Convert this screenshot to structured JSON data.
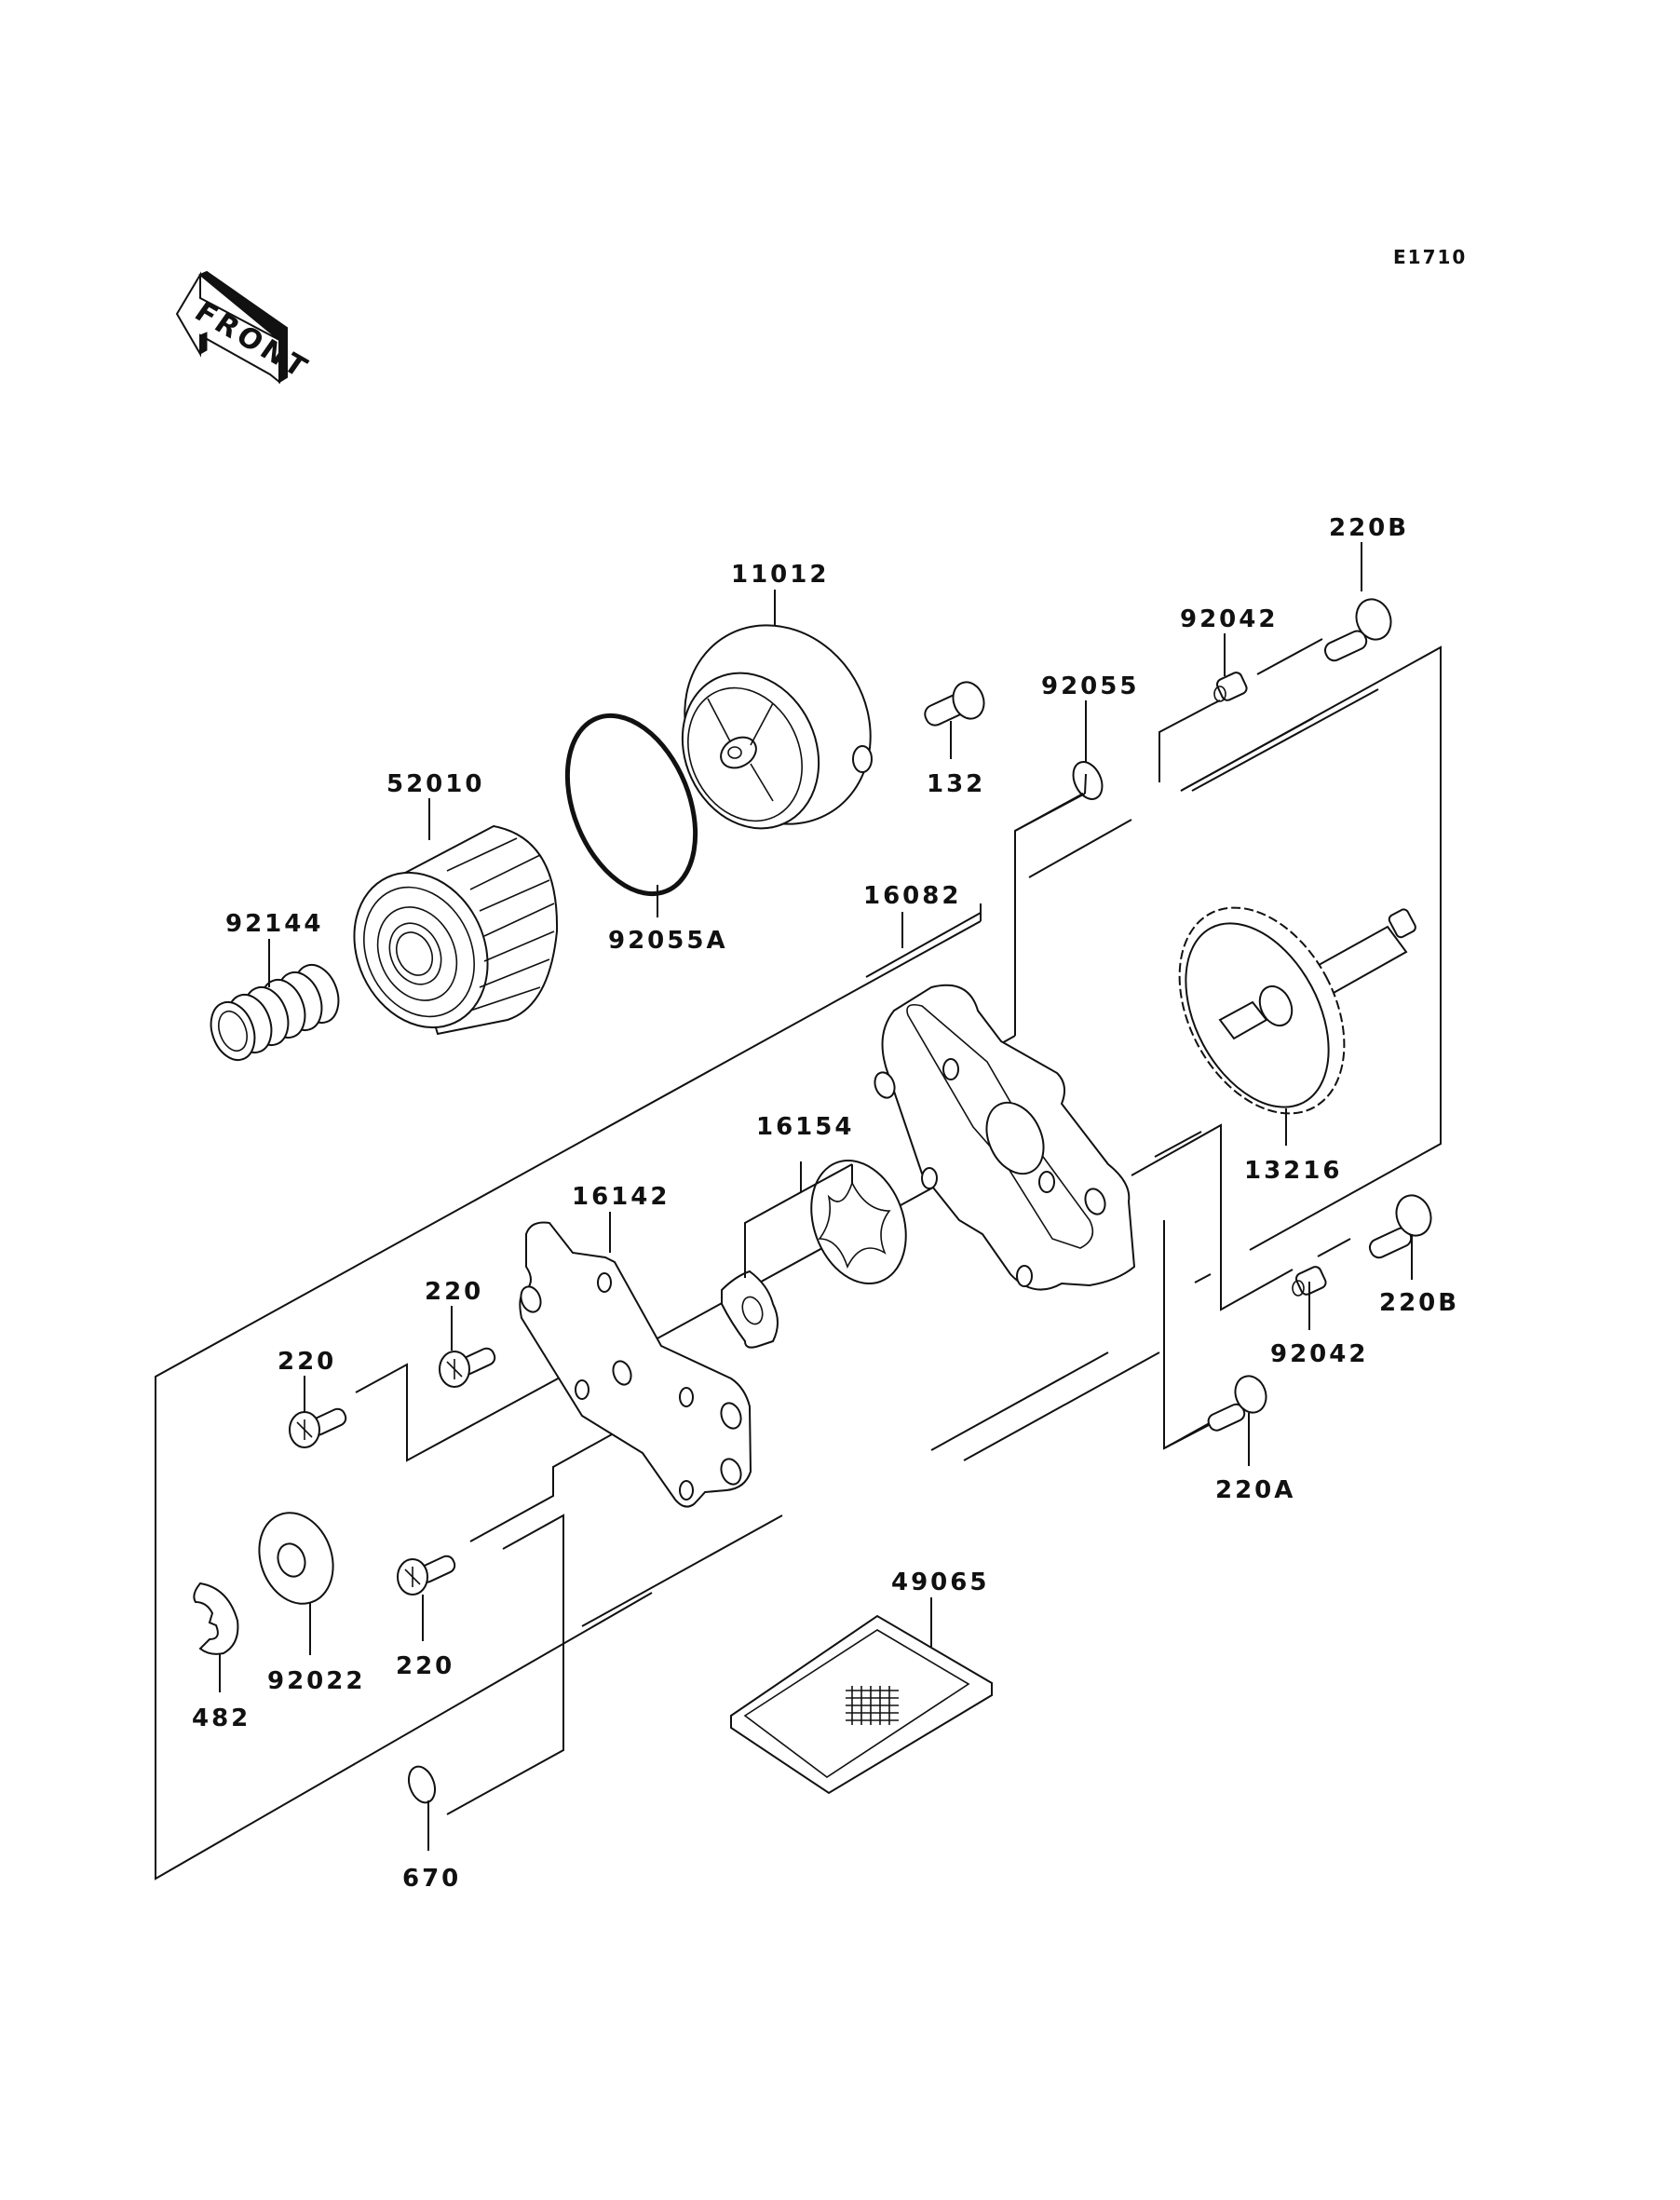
{
  "diagram": {
    "code": "E1710",
    "front_arrow_label": "FRONT",
    "callouts": {
      "p11012": "11012",
      "p132": "132",
      "p92055": "92055",
      "p92042_top": "92042",
      "p220B_top": "220B",
      "p52010": "52010",
      "p92055A": "92055A",
      "p92144": "92144",
      "p16082": "16082",
      "p13216": "13216",
      "p16154": "16154",
      "p16142": "16142",
      "p220_a": "220",
      "p220_b": "220",
      "p220_c": "220",
      "p220B_bottom": "220B",
      "p92042_bottom": "92042",
      "p220A": "220A",
      "p482": "482",
      "p92022": "92022",
      "p49065": "49065",
      "p670": "670"
    }
  }
}
